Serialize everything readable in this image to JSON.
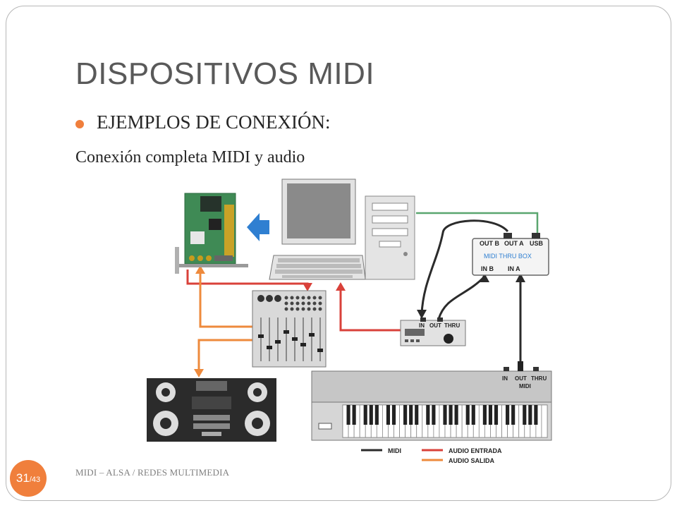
{
  "slide": {
    "title": "DISPOSITIVOS MIDI",
    "bullet": "EJEMPLOS DE CONEXIÓN:",
    "subtitle": "Conexión completa MIDI y audio",
    "footer": "MIDI – ALSA /  REDES MULTIMEDIA",
    "page_number": "31",
    "page_total": "/43"
  },
  "diagram": {
    "thru_box": {
      "out_b": "OUT B",
      "out_a": "OUT A",
      "usb": "USB",
      "name": "MIDI THRU BOX",
      "in_b": "IN B",
      "in_a": "IN A"
    },
    "module_ports": {
      "in": "IN",
      "out": "OUT",
      "thru": "THRU"
    },
    "keyboard_ports": {
      "in": "IN",
      "out": "OUT",
      "thru": "THRU",
      "group": "MIDI"
    },
    "legend": [
      {
        "label": "MIDI",
        "color": "#2b2b2b"
      },
      {
        "label": "AUDIO ENTRADA",
        "color": "#d9413a"
      },
      {
        "label": "AUDIO SALIDA",
        "color": "#ee8a3c"
      }
    ]
  },
  "colors": {
    "accent": "#f07f3c",
    "title": "#595959",
    "midi_cable": "#2b2b2b",
    "audio_in_cable": "#d9413a",
    "audio_out_cable": "#ee8a3c",
    "usb_cable": "#5aa66f",
    "arrow": "#2f7fd1"
  }
}
